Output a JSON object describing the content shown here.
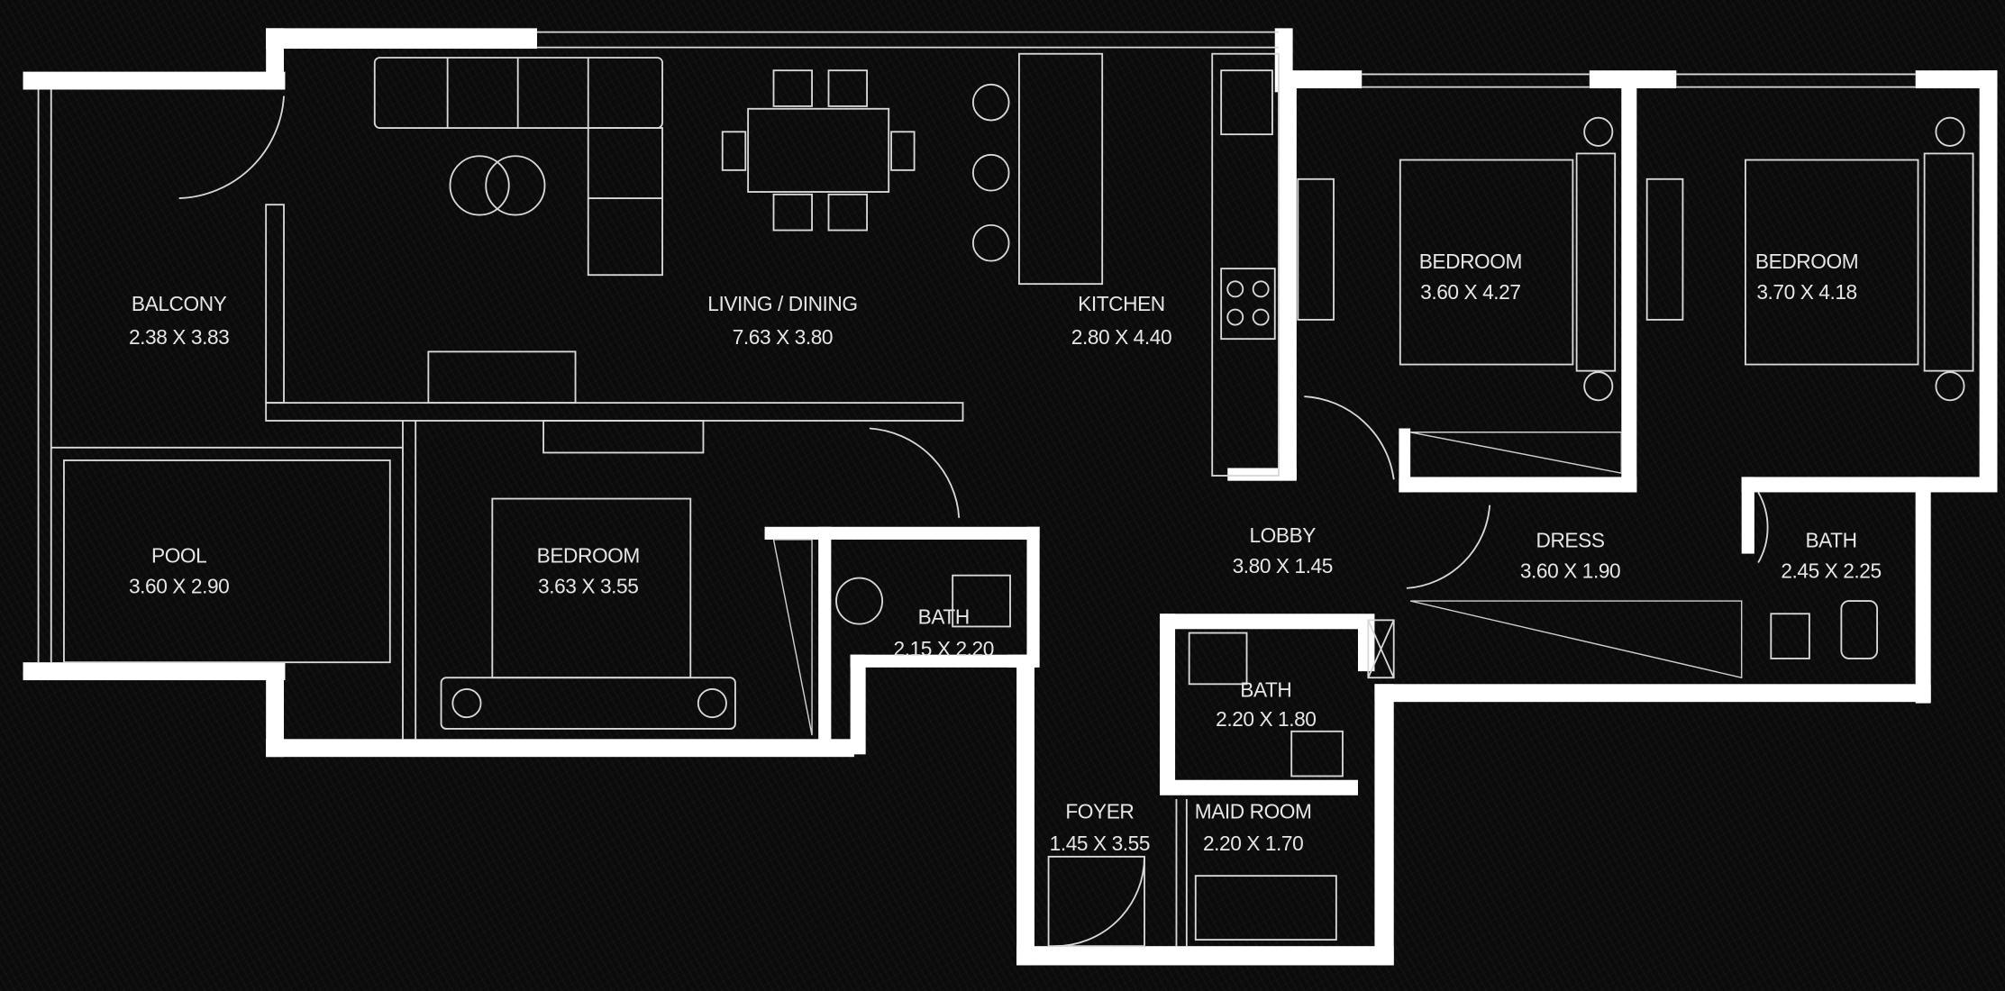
{
  "rooms": [
    {
      "id": "balcony",
      "name": "BALCONY",
      "size": "2.38 X 3.83"
    },
    {
      "id": "living",
      "name": "LIVING / DINING",
      "size": "7.63 X 3.80"
    },
    {
      "id": "kitchen",
      "name": "KITCHEN",
      "size": "2.80 X 4.40"
    },
    {
      "id": "bedroom2",
      "name": "BEDROOM",
      "size": "3.60 X 4.27"
    },
    {
      "id": "bedroom3",
      "name": "BEDROOM",
      "size": "3.70 X 4.18"
    },
    {
      "id": "pool",
      "name": "POOL",
      "size": "3.60 X 2.90"
    },
    {
      "id": "bedroom1",
      "name": "BEDROOM",
      "size": "3.63 X 3.55"
    },
    {
      "id": "bath1",
      "name": "BATH",
      "size": "2.15 X 2.20"
    },
    {
      "id": "lobby",
      "name": "LOBBY",
      "size": "3.80 X 1.45"
    },
    {
      "id": "dress",
      "name": "DRESS",
      "size": "3.60 X 1.90"
    },
    {
      "id": "bath3",
      "name": "BATH",
      "size": "2.45 X 2.25"
    },
    {
      "id": "bath2",
      "name": "BATH",
      "size": "2.20 X 1.80"
    },
    {
      "id": "foyer",
      "name": "FOYER",
      "size": "1.45 X 3.55"
    },
    {
      "id": "maid",
      "name": "MAID ROOM",
      "size": "2.20 X 1.70"
    }
  ],
  "colors": {
    "background": "#0b0b0b",
    "walls": "#ffffff",
    "lines": "#d8d8d8"
  }
}
